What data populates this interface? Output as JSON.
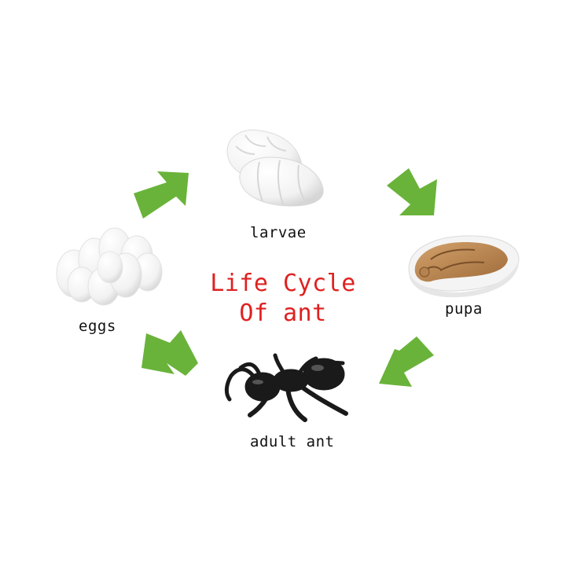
{
  "title": {
    "line1": "Life Cycle",
    "line2": "Of ant",
    "color": "#e02020"
  },
  "stages": {
    "larvae": "larvae",
    "pupa": "pupa",
    "adult": "adult ant",
    "eggs": "eggs"
  },
  "colors": {
    "arrow": "#6ab33a",
    "egg": "#ffffff",
    "larva": "#ffffff",
    "pupa_body": "#c7925a",
    "ant": "#1a1a1a"
  },
  "icons": {
    "eggs": "eggs-figure",
    "larvae": "larvae-figure",
    "pupa": "pupa-figure",
    "adult": "ant-figure",
    "arrows": "arrow-icon"
  }
}
